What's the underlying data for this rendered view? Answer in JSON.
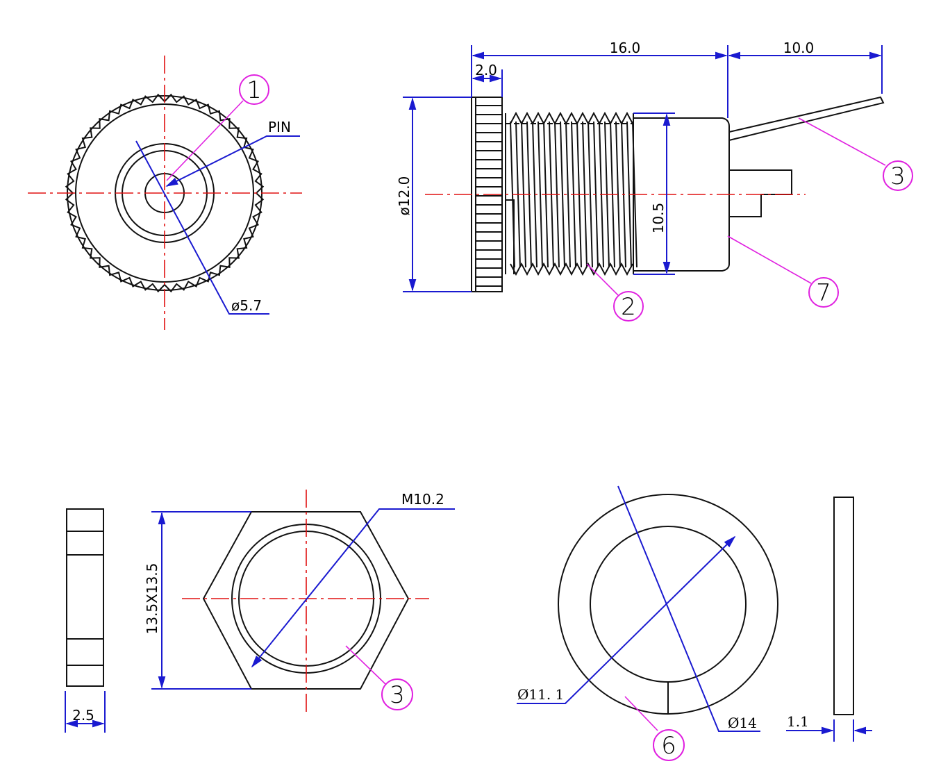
{
  "dimensions": {
    "length": "16.0",
    "lead_length": "10.0",
    "flange_thickness": "2.0",
    "flange_diameter": "ø12.0",
    "thread_diameter": "10.5",
    "pin_hole": "ø5.7",
    "pin_label": "PIN",
    "nut_thread": "M10.2",
    "nut_size": "13.5X13.5",
    "nut_thickness": "2.5",
    "washer_inner": "Ø11. 1",
    "washer_outer": "Ø14",
    "washer_thickness": "1.1"
  },
  "balloons": {
    "b1": "1",
    "b2": "2",
    "b3_top": "3",
    "b7": "7",
    "b3_nut": "3",
    "b6": "6"
  },
  "colors": {
    "outline": "#111111",
    "dimension": "#1a1ad0",
    "centerline": "#e01010",
    "leader": "#e020e0"
  }
}
